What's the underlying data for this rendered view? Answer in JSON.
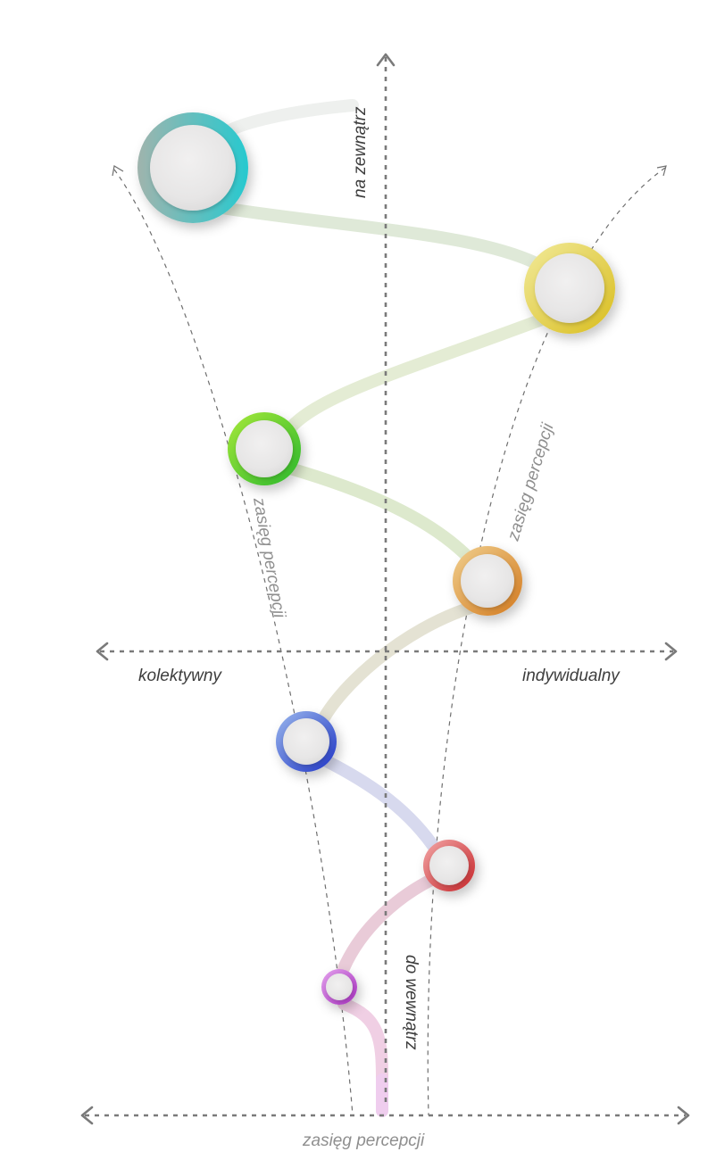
{
  "axes": {
    "top_label": "na zewnątrz",
    "bottom_label": "do wewnątrz",
    "left_label": "kolektywny",
    "right_label": "indywidualny",
    "base_label": "zasięg percepcji"
  },
  "range_labels": {
    "left": "zasięg percepcji",
    "right": "zasięg percepcji"
  },
  "nodes": [
    {
      "id": "node-1",
      "color_from": "#9fb4ad",
      "color_to": "#27c9cf"
    },
    {
      "id": "node-2",
      "color_from": "#f1ea9a",
      "color_to": "#d9bd1e"
    },
    {
      "id": "node-3",
      "color_from": "#a7e83a",
      "color_to": "#2ab82c"
    },
    {
      "id": "node-4",
      "color_from": "#f0cf8e",
      "color_to": "#d37a1f"
    },
    {
      "id": "node-5",
      "color_from": "#9ab7ec",
      "color_to": "#1f35c6"
    },
    {
      "id": "node-6",
      "color_from": "#f2a6a6",
      "color_to": "#c8262a"
    },
    {
      "id": "node-7",
      "color_from": "#e3a3ec",
      "color_to": "#a92fc2"
    }
  ],
  "path_colors": [
    "#eef0ee",
    "#dfe9d8",
    "#e4ecd4",
    "#dde9cd",
    "#e4e2d3",
    "#d7d9ee",
    "#e9cbd8",
    "#f0cfe4",
    "#efcdee"
  ]
}
